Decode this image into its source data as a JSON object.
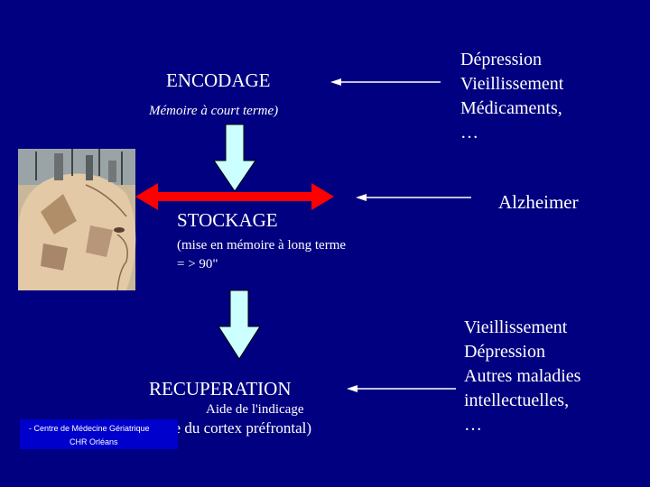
{
  "center": {
    "encodage": "ENCODAGE",
    "encodage_sub": "Mémoire à court terme)",
    "stockage": "STOCKAGE",
    "stockage_sub": "(mise en mémoire à long terme = > 90\"",
    "recuperation": "RECUPERATION",
    "recup_sub1": "Aide de l'indicage",
    "recup_sub2": "Rôle du cortex préfrontal)"
  },
  "right": {
    "top_causes": [
      "Dépression",
      "Vieillissement",
      "Médicaments,",
      "…"
    ],
    "middle_cause": "Alzheimer",
    "bottom_causes": [
      "Vieillissement",
      "Dépression",
      "Autres maladies",
      "intellectuelles,",
      "…"
    ]
  },
  "footer": {
    "line1": "- Centre de Médecine Gériatrique",
    "line2": "CHR   Orléans"
  },
  "colors": {
    "background": "#000080",
    "down_arrow": "#ccffff",
    "stockage_arrow": "#ff0000"
  },
  "icons": {
    "head_illustration": "phrenology-head-image"
  }
}
